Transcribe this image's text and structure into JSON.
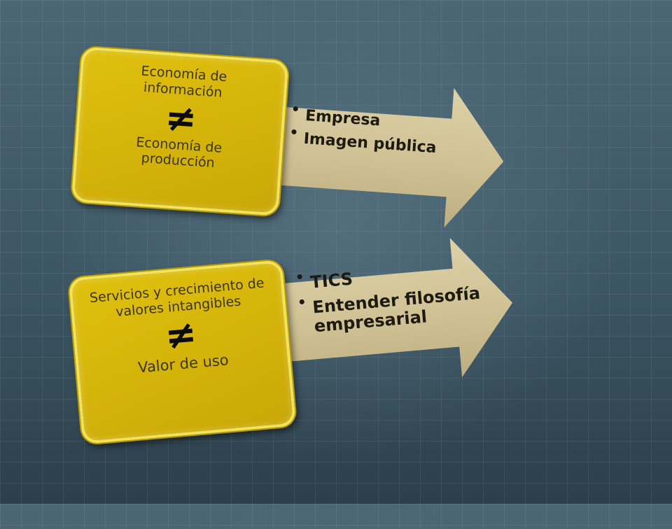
{
  "panels": [
    {
      "box_line1": "Economía de información",
      "neq_symbol": "≠",
      "box_line2": "Economía de producción",
      "bullets": [
        "Empresa",
        "Imagen pública"
      ]
    },
    {
      "box_line1": "Servicios y crecimiento de valores intangibles",
      "neq_symbol": "≠",
      "box_line2": "Valor de uso",
      "bullets": [
        "TICS",
        "Entender filosofía empresarial"
      ]
    }
  ],
  "colors": {
    "box_fill": "#d4b30a",
    "box_border": "#f2e35a",
    "arrow_fill": "#d3c697",
    "background": "#3f5866"
  }
}
